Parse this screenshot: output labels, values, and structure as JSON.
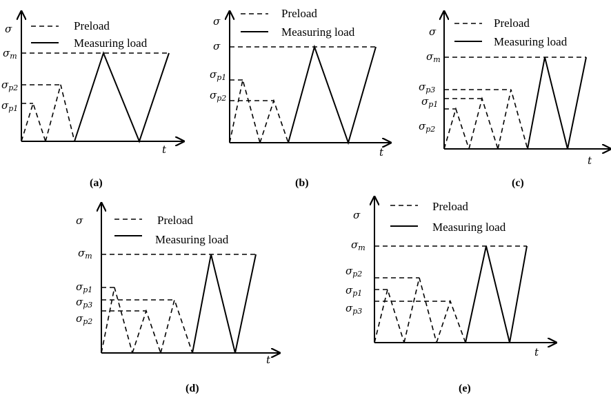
{
  "legend": {
    "preload": "Preload",
    "measuring": "Measuring load"
  },
  "symbols": {
    "stress": "σ",
    "time": "t"
  },
  "panels": [
    {
      "id": "a",
      "caption": "(a)",
      "top_label": "σ",
      "top_sub": "",
      "labels": [
        [
          "σ",
          "m"
        ],
        [
          "σ",
          "p2"
        ],
        [
          "σ",
          "p1"
        ]
      ]
    },
    {
      "id": "b",
      "caption": "(b)",
      "top_label": "σ",
      "top_sub": "",
      "labels": [
        [
          "σ",
          ""
        ],
        [
          "σ",
          "p1"
        ],
        [
          "σ",
          "p2"
        ]
      ]
    },
    {
      "id": "c",
      "caption": "(c)",
      "top_label": "σ",
      "top_sub": "",
      "labels": [
        [
          "σ",
          "m"
        ],
        [
          "σ",
          "p3"
        ],
        [
          "σ",
          "p1"
        ],
        [
          "σ",
          "p2"
        ]
      ]
    },
    {
      "id": "d",
      "caption": "(d)",
      "top_label": "σ",
      "top_sub": "",
      "labels": [
        [
          "σ",
          "m"
        ],
        [
          "σ",
          "p1"
        ],
        [
          "σ",
          "p3"
        ],
        [
          "σ",
          "p2"
        ]
      ]
    },
    {
      "id": "e",
      "caption": "(e)",
      "top_label": "σ",
      "top_sub": "",
      "labels": [
        [
          "σ",
          "m"
        ],
        [
          "σ",
          "p2"
        ],
        [
          "σ",
          "p1"
        ],
        [
          "σ",
          "p3"
        ]
      ]
    }
  ]
}
